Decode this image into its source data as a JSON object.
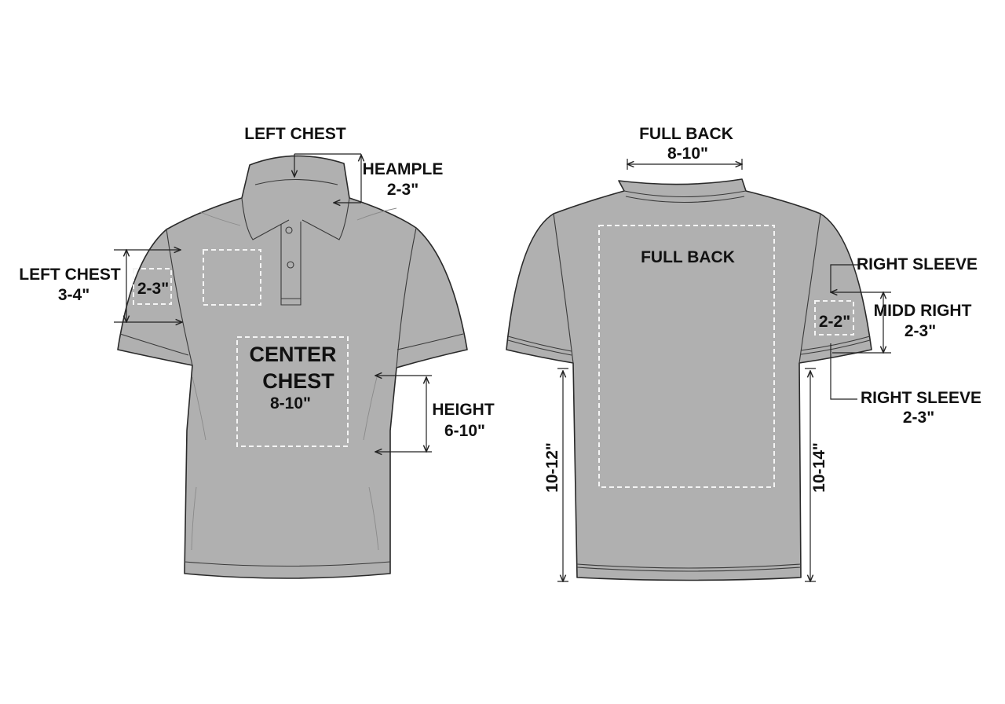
{
  "front": {
    "top_label": "LEFT CHEST",
    "placket_label": "HEAMPLE",
    "placket_size": "2-3\"",
    "sleeve_label": "LEFT CHEST",
    "sleeve_label_size": "3-4\"",
    "sleeve_box_size": "2-3\"",
    "center_line1": "CENTER",
    "center_line2": "CHEST",
    "center_size": "8-10\"",
    "height_label": "HEIGHT",
    "height_size": "6-10\""
  },
  "back": {
    "top_label": "FULL BACK",
    "top_size": "8-10\"",
    "box_label": "FULL BACK",
    "sleeve_top_label": "RIGHT SLEEVE",
    "midd_label": "MIDD RIGHT",
    "midd_size": "2-3\"",
    "sleeve_box_size": "2-2\"",
    "sleeve_bottom_label": "RIGHT SLEEVE",
    "sleeve_bottom_size": "2-3\"",
    "left_height": "10-12\"",
    "right_height": "10-14\""
  },
  "colors": {
    "shirt": "#b0b0b0",
    "outline": "#2a2a2a",
    "dashed_box": "#f4f4f4"
  }
}
